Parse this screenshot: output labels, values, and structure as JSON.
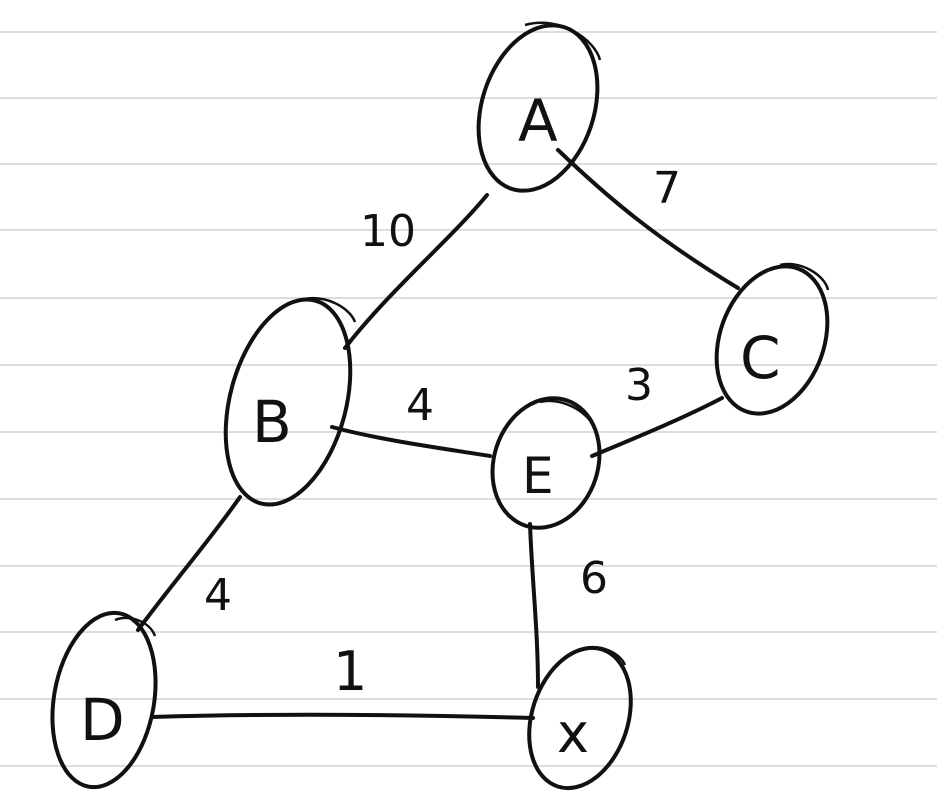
{
  "diagram": {
    "type": "weighted-undirected-graph",
    "nodes": [
      {
        "id": "A",
        "label": "A"
      },
      {
        "id": "B",
        "label": "B"
      },
      {
        "id": "C",
        "label": "C"
      },
      {
        "id": "E",
        "label": "E"
      },
      {
        "id": "D",
        "label": "D"
      },
      {
        "id": "X",
        "label": "x"
      }
    ],
    "edges": [
      {
        "from": "A",
        "to": "B",
        "weight": "10"
      },
      {
        "from": "A",
        "to": "C",
        "weight": "7"
      },
      {
        "from": "B",
        "to": "E",
        "weight": "4"
      },
      {
        "from": "C",
        "to": "E",
        "weight": "3"
      },
      {
        "from": "B",
        "to": "D",
        "weight": "4"
      },
      {
        "from": "D",
        "to": "X",
        "weight": "1"
      },
      {
        "from": "E",
        "to": "X",
        "weight": "6"
      }
    ]
  }
}
